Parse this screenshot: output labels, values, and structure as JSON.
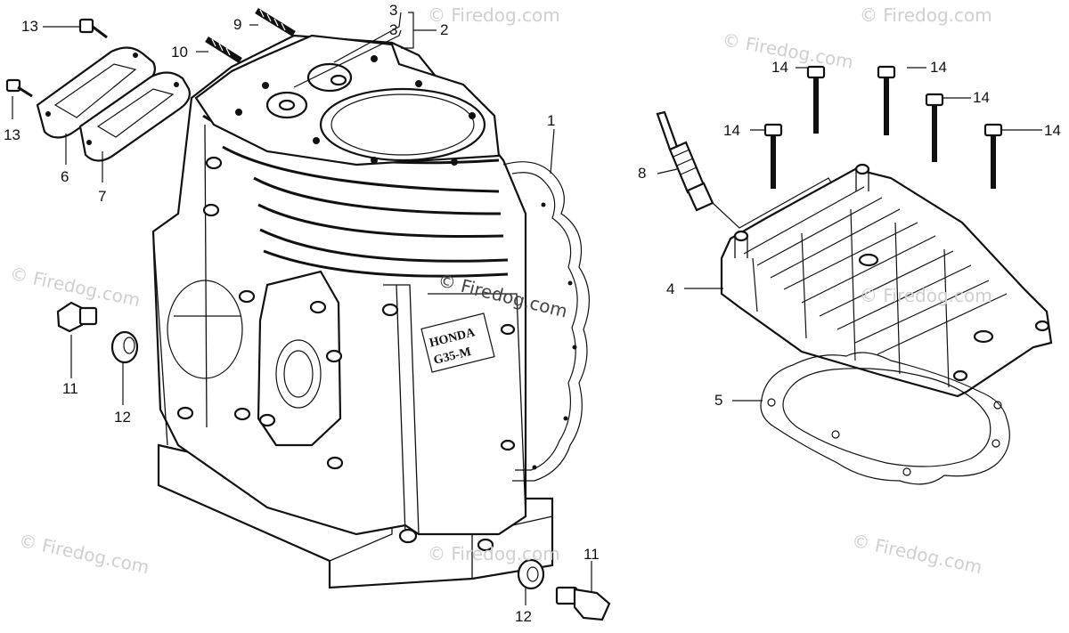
{
  "watermarks": [
    {
      "text": "© Firedog.com"
    },
    {
      "text": "© Firedog.com"
    },
    {
      "text": "© Firedog.com"
    },
    {
      "text": "© Firedog.com"
    },
    {
      "text": "© Firedog.com"
    },
    {
      "text": "© Firedog.com"
    },
    {
      "text": "© Firedog.com"
    },
    {
      "text": "© Firedog.com"
    },
    {
      "text": "© Firedog.com"
    }
  ],
  "stamp": {
    "line1": "HONDA",
    "line2": "G35-M"
  },
  "callouts": {
    "c1": "1",
    "c2": "2",
    "c3a": "3",
    "c3b": "3",
    "c4": "4",
    "c5": "5",
    "c6": "6",
    "c7": "7",
    "c8": "8",
    "c9": "9",
    "c10": "10",
    "c11a": "11",
    "c11b": "11",
    "c12a": "12",
    "c12b": "12",
    "c13a": "13",
    "c13b": "13",
    "c14a": "14",
    "c14b": "14",
    "c14c": "14",
    "c14d": "14",
    "c14e": "14"
  },
  "colors": {
    "line": "#111111",
    "watermark": "#cfcfcf",
    "background": "#ffffff"
  }
}
